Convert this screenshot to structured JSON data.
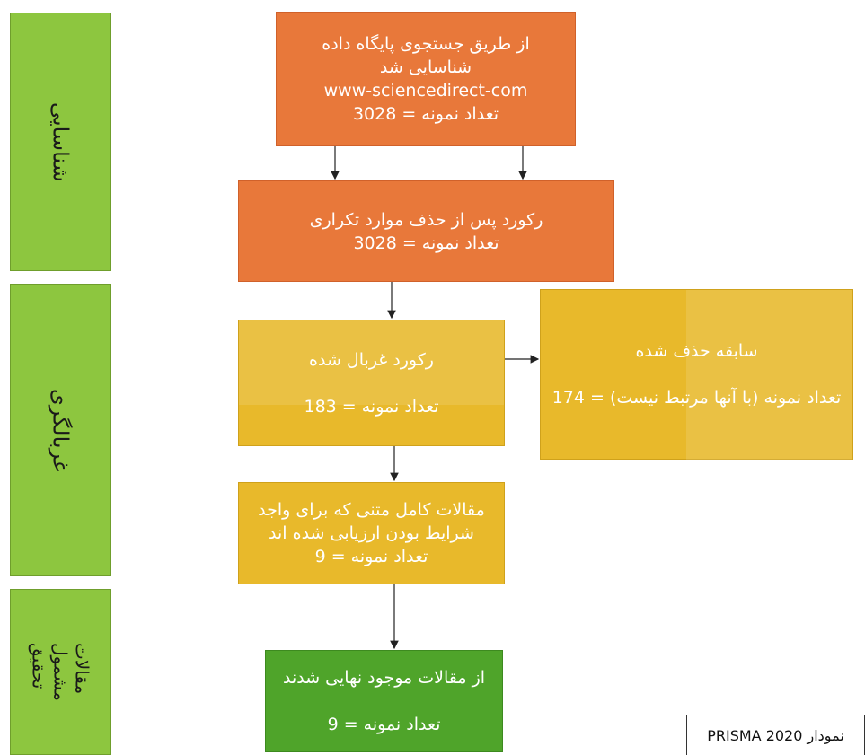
{
  "stages": {
    "identification": "شناسایی",
    "screening": "غربالگری",
    "included": "مقالات\nمشمول\nتحقیق"
  },
  "boxes": {
    "source": {
      "line1": "از طریق جستجوی پایگاه داده",
      "line2": "شناسایی شد",
      "line3": "www-sciencedirect-com",
      "line4": "تعداد نمونه = 3028"
    },
    "dedup": {
      "line1": "رکورد پس از حذف موارد تکراری",
      "line2": "تعداد نمونه = 3028"
    },
    "screened": {
      "line1": "رکورد غربال شده",
      "line2": "تعداد نمونه = 183"
    },
    "excluded": {
      "line1": "سابقه حذف شده",
      "line2": "تعداد نمونه (با آنها مرتبط نیست) = 174"
    },
    "eligible": {
      "line1": "مقالات کامل متنی که برای واجد",
      "line2": "شرایط بودن ارزیابی شده اند",
      "line3": "تعداد نمونه = 9"
    },
    "final": {
      "line1": "از مقالات موجود نهایی شدند",
      "line2": "تعداد نمونه = 9"
    }
  },
  "caption": "نمودار PRISMA 2020",
  "colors": {
    "stage": "#8dc63f",
    "orange": "#e8783a",
    "yellow": "#e8b92b",
    "green": "#4fa42a"
  }
}
